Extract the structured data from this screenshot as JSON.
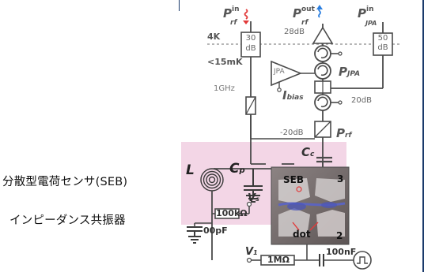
{
  "labels": {
    "p_rf_in": "P",
    "p_rf_in_sup": "in",
    "p_rf_in_sub": "rf",
    "p_rf_out": "P",
    "p_rf_out_sup": "out",
    "p_rf_out_sub": "rf",
    "p_jpa_in": "P",
    "p_jpa_in_sup": "in",
    "p_jpa_in_sub": "JPA",
    "temp_4k": "4K",
    "temp_15mk": "<15mK",
    "att_30db": "30\ndB",
    "att_30db_a": "30",
    "att_30db_b": "dB",
    "att_50db_a": "50",
    "att_50db_b": "dB",
    "gain_28db": "28dB",
    "jpa": "JPA",
    "p_jpa": "P",
    "p_jpa_sub": "JPA",
    "i_bias": "I",
    "i_bias_sub": "bias",
    "freq_1ghz": "1GHz",
    "coupler_20db": "20dB",
    "coupler_m20db": "-20dB",
    "p_rf": "P",
    "p_rf_sub": "rf",
    "cc": "C",
    "cc_sub": "c",
    "inductor": "L",
    "cap_p": "C",
    "cap_p_sub": "p",
    "seb": "SEB",
    "region_3": "3",
    "region_2": "2",
    "dot": "dot",
    "v_s": "V",
    "v_s_sub": "s",
    "r_100k": "100kΩ",
    "c_100pf": "00pF",
    "v_1": "V",
    "v_1_sub": "1",
    "r_1m": "1MΩ",
    "c_100nf": "100nF"
  },
  "annotations": {
    "seb_sensor": "分散型電荷センサ(SEB)",
    "impedance_resonator": "インピーダンス共振器"
  },
  "colors": {
    "line": "#4a4a4a",
    "pink_highlight": "#f3d6e6",
    "device_bg": "#7a6f6f",
    "red_arrow": "#e23a3a",
    "blue_arrow": "#2c7fe0"
  }
}
